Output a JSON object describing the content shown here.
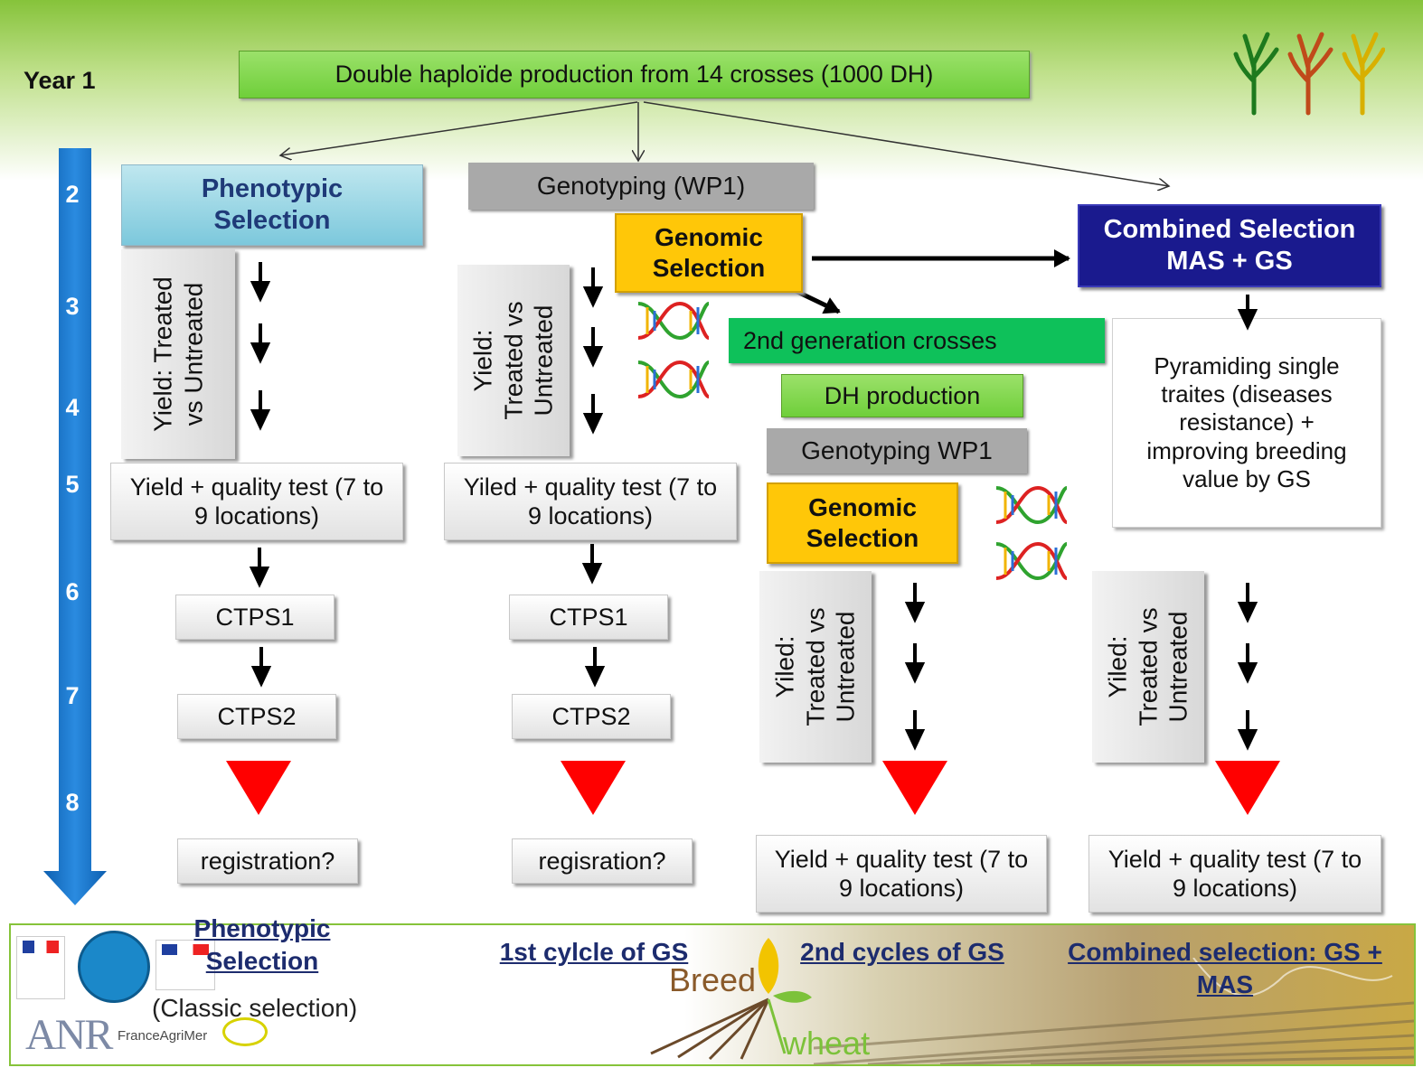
{
  "header": {
    "year1": "Year 1",
    "top_box": "Double haploïde production from 14 crosses (1000 DH)"
  },
  "timeline": [
    "2",
    "3",
    "4",
    "5",
    "6",
    "7",
    "8"
  ],
  "col1": {
    "title": "Phenotypic Selection",
    "vertical": [
      "Yield:  Treated",
      "vs Untreated"
    ],
    "quality": "Yield + quality test (7 to 9 locations)",
    "ctps1": "CTPS1",
    "ctps2": "CTPS2",
    "result": "registration?"
  },
  "col2": {
    "genotyping": "Genotyping  (WP1)",
    "genomic": "Genomic Selection",
    "vertical": [
      "Yield:",
      "Treated vs",
      "Untreated"
    ],
    "quality": "Yiled + quality test (7 to 9 locations)",
    "ctps1": "CTPS1",
    "ctps2": "CTPS2",
    "result": "regisration?"
  },
  "col3": {
    "crosses": "2nd generation crosses",
    "dh": "DH production",
    "genotyping": "Genotyping WP1",
    "genomic": "Genomic Selection",
    "vertical": [
      "Yiled:",
      "Treated vs",
      "Untreated"
    ],
    "quality": "Yield + quality test (7 to 9 locations)"
  },
  "col4": {
    "title": "Combined Selection MAS + GS",
    "pyramiding": "Pyramiding single traites (diseases resistance) + improving breeding value by GS",
    "vertical": [
      "Yiled:",
      "Treated vs",
      "Untreated"
    ],
    "quality": "Yield + quality test (7 to 9 locations)"
  },
  "footer": {
    "pheno": "Phenotypic Selection",
    "classic": "(Classic selection)",
    "gs1": "1st cylcle of GS",
    "gs2": "2nd cycles of GS",
    "combined": "Combined selection: GS + MAS",
    "breed": "Breed",
    "wheat": "wheat",
    "anr": "ANR",
    "franceagrimer": "FranceAgriMer"
  },
  "colors": {
    "red_triangle": "#ff0000",
    "timeline_blue": "#1874cd",
    "navy": "#1a1a8e",
    "genomic_yellow": "#ffc708"
  }
}
